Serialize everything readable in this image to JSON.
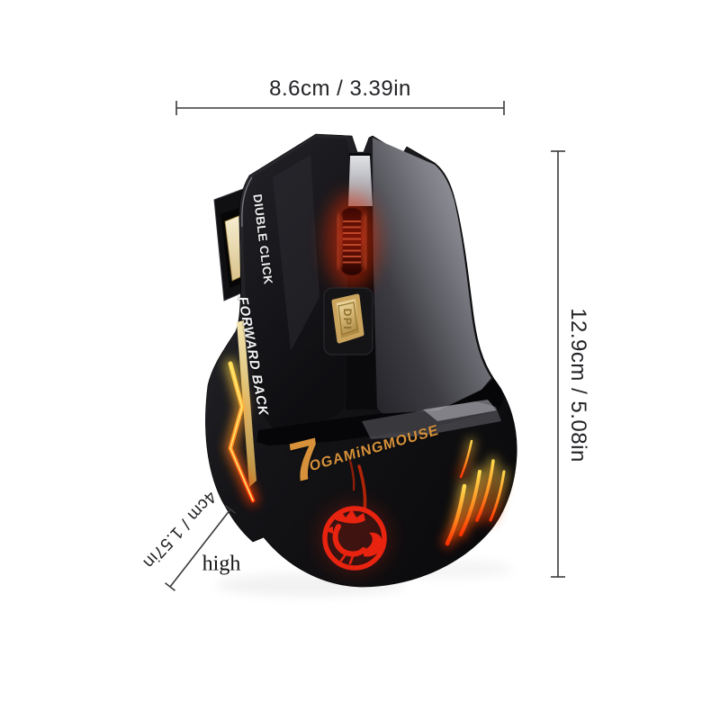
{
  "page": {
    "description": "Product size-chart photo of a black and gold 7-button RGB wireless gaming mouse, top view on white background"
  },
  "annotations": {
    "width_label": "8.6cm / 3.39in",
    "height_label": "12.9cm / 5.08in",
    "depth_label": "4cm / 1.57in",
    "depth_caption": "high"
  },
  "mouse": {
    "left_button_text": "DIUBLE CLICK",
    "side_edge_text": "FORWARD BACK",
    "dpi_button_label": "DPI",
    "shell_numeral": "7",
    "shell_brand_text": "OGAMiNGMOUSE",
    "logo_icon": "red-dragon-emblem",
    "scroll_wheel": "red-backlit-ribbed-scroll-wheel",
    "colors": {
      "body_black": "#0d0d10",
      "right_button_gray": "#a8a8ac",
      "accent_gold_text": "#d6913a",
      "gold_button": "#d7b877",
      "cream_side_button": "#f0e6c4",
      "wheel_glow_red": "#ff2e00",
      "logo_red": "#e8230f",
      "rgb_streak_yellow": "#ffd94e",
      "rgb_streak_orange": "#ff8c1e",
      "dimension_line": "#3a3a3a"
    }
  }
}
